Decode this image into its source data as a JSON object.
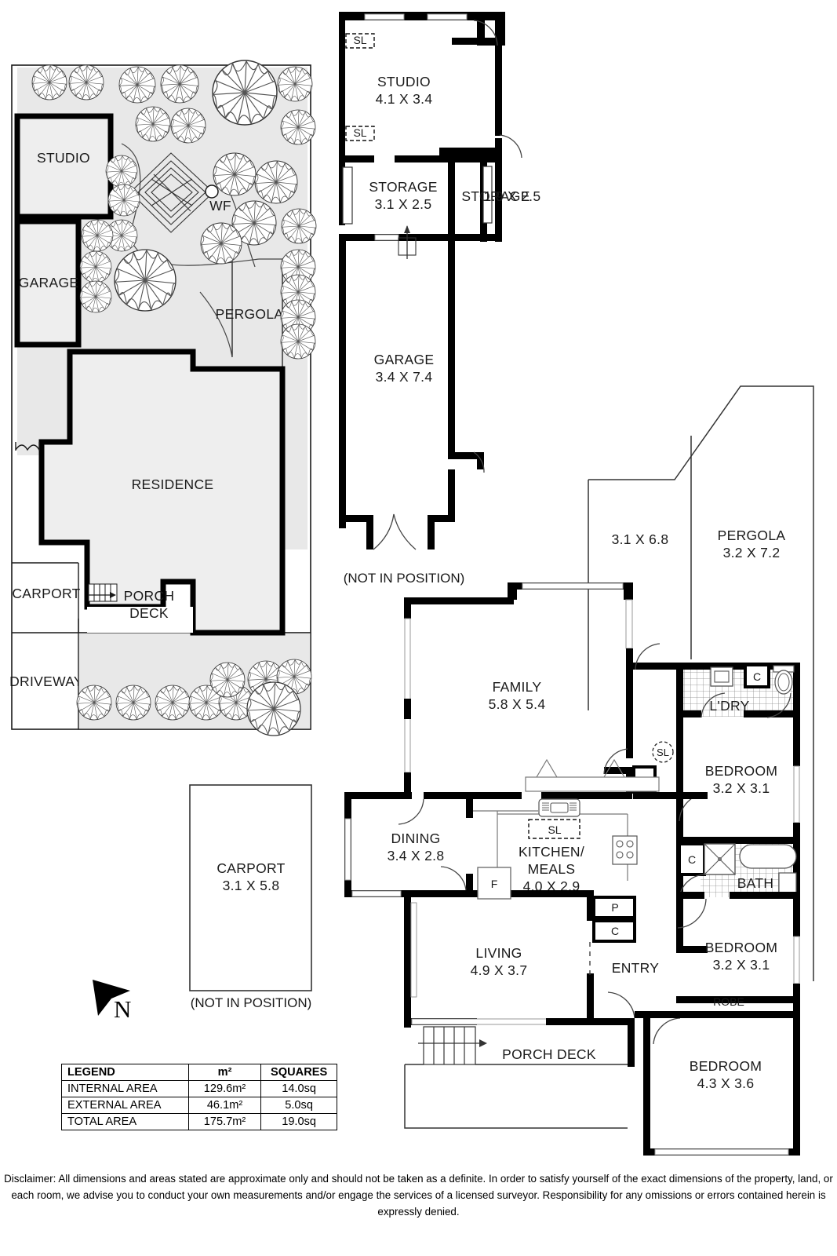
{
  "site_plan": {
    "labels": {
      "studio": "STUDIO",
      "garage": "GARAGE",
      "pergola": "PERGOLA",
      "residence": "RESIDENCE",
      "carport": "CARPORT",
      "driveway": "DRIVEWAY",
      "porch_deck_line1": "PORCH",
      "porch_deck_line2": "DECK",
      "water_feature": "WF"
    }
  },
  "outbuilding_plan": {
    "rooms": [
      {
        "name": "STUDIO",
        "dims": "4.1 X 3.4"
      },
      {
        "name": "STORAGE",
        "dims": "3.1 X 2.5"
      },
      {
        "name": "STORAGE",
        "dims": "1.9 X 2.5"
      },
      {
        "name": "GARAGE",
        "dims": "3.4 X 7.4"
      }
    ],
    "skylights": [
      "SL",
      "SL"
    ],
    "note": "(NOT IN POSITION)"
  },
  "carport_plan": {
    "name": "CARPORT",
    "dims": "3.1 X 5.8",
    "note": "(NOT IN POSITION)"
  },
  "pergola_plan": {
    "left_dims": "3.1 X 6.8",
    "name": "PERGOLA",
    "dims": "3.2 X 7.2"
  },
  "house_plan": {
    "rooms": [
      {
        "name": "FAMILY",
        "dims": "5.8 X 5.4"
      },
      {
        "name": "DINING",
        "dims": "3.4 X 2.8"
      },
      {
        "name": "KITCHEN/",
        "name2": "MEALS",
        "dims": "4.0 X 2.9"
      },
      {
        "name": "LIVING",
        "dims": "4.9 X 3.7"
      },
      {
        "name": "BEDROOM",
        "dims": "3.2 X 3.1"
      },
      {
        "name": "BEDROOM",
        "dims": "3.2 X 3.1"
      },
      {
        "name": "BEDROOM",
        "dims": "4.3 X 3.6"
      }
    ],
    "areas": {
      "ldry": "L'DRY",
      "bath": "BATH",
      "entry": "ENTRY",
      "porch_deck": "PORCH DECK",
      "robe": "ROBE"
    },
    "markers": {
      "cupboard": "C",
      "pantry": "P",
      "fridge": "F",
      "skylight": "SL"
    }
  },
  "compass": {
    "north": "N"
  },
  "legend": {
    "headers": [
      "LEGEND",
      "m²",
      "SQUARES"
    ],
    "rows": [
      [
        "INTERNAL AREA",
        "129.6m²",
        "14.0sq"
      ],
      [
        "EXTERNAL AREA",
        "46.1m²",
        "5.0sq"
      ],
      [
        "TOTAL AREA",
        "175.7m²",
        "19.0sq"
      ]
    ]
  },
  "disclaimer": "Disclaimer: All dimensions and areas stated are approximate only and should not be taken as a definite. In order to satisfy yourself of the exact dimensions of the property, land, or each room, we advise you to conduct your own measurements and/or engage the services of a licensed surveyor. Responsibility for any omissions or errors contained herein is expressly denied.",
  "colors": {
    "wall": "#000000",
    "fill": "#e8e8e8",
    "thin": "#222222",
    "paper": "#ffffff"
  }
}
